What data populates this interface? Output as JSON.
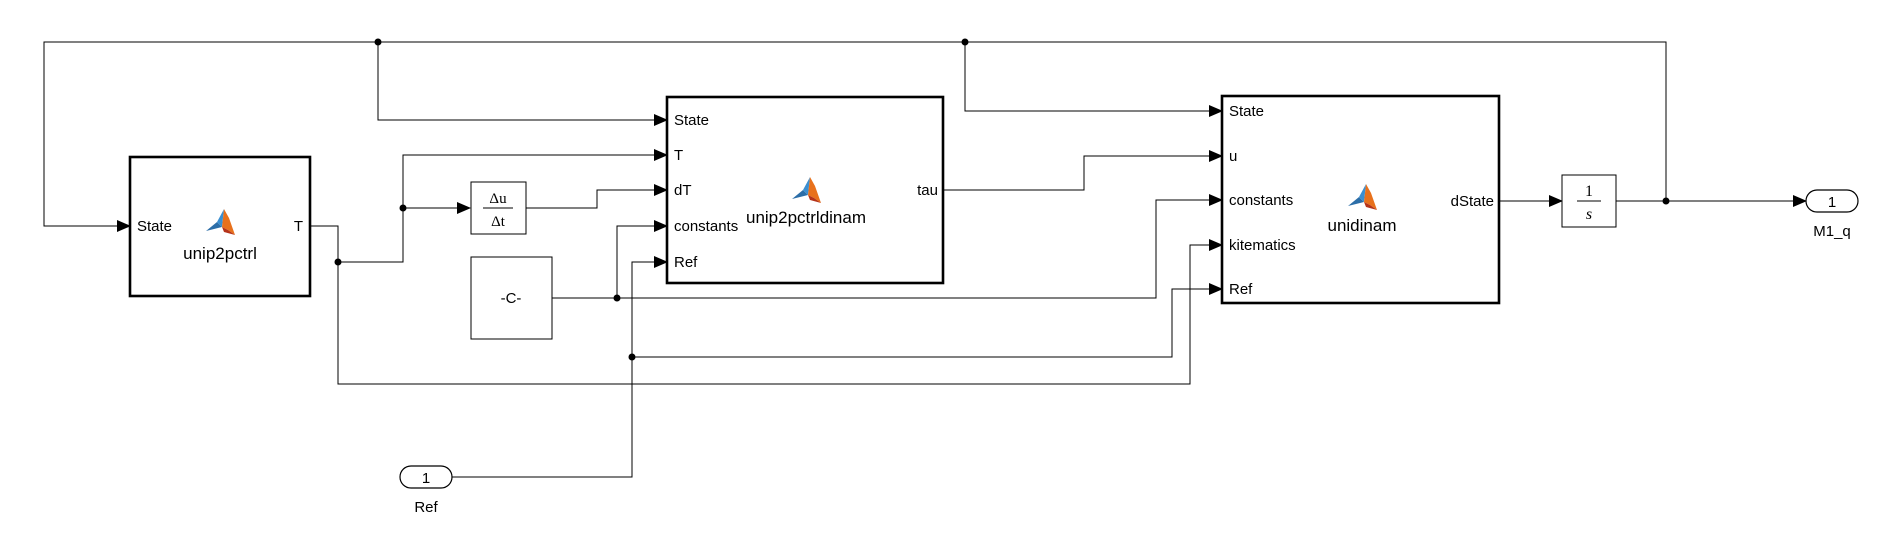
{
  "blocks": {
    "unip2pctrl": {
      "name": "unip2pctrl",
      "inputs": [
        "State"
      ],
      "outputs": [
        "T"
      ]
    },
    "ctrldinam": {
      "name": "unip2pctrldinam",
      "inputs": [
        "State",
        "T",
        "dT",
        "constants",
        "Ref"
      ],
      "outputs": [
        "tau"
      ]
    },
    "unidinam": {
      "name": "unidinam",
      "inputs": [
        "State",
        "u",
        "constants",
        "kitematics",
        "Ref"
      ],
      "outputs": [
        "dState"
      ]
    },
    "derivative": {
      "numerator": "Δu",
      "denominator": "Δt"
    },
    "constant": {
      "label": "-C-"
    },
    "integrator": {
      "numerator": "1",
      "denominator": "s"
    },
    "inport": {
      "number": "1",
      "name": "Ref"
    },
    "outport": {
      "number": "1",
      "name": "M1_q"
    }
  },
  "colors": {
    "matlab_orange": "#e8711c",
    "matlab_blue": "#2c6ea8",
    "matlab_red": "#b5331a"
  }
}
